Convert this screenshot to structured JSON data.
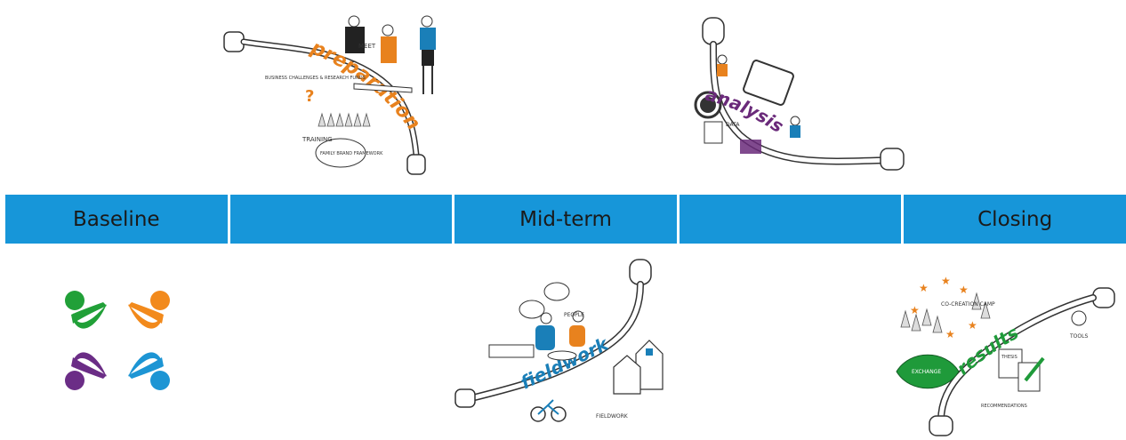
{
  "timeline": {
    "phases": [
      {
        "label": "Baseline"
      },
      {
        "label": ""
      },
      {
        "label": "Mid-term"
      },
      {
        "label": ""
      },
      {
        "label": "Closing"
      }
    ],
    "bar_color": "#1796d9"
  },
  "illustrations": {
    "preparation": {
      "word": "preparation",
      "notes": [
        "MEET",
        "BUSINESS CHALLENGES & RESEARCH FUNDS",
        "TRAINING",
        "FAMILY BRAND FRAMEWORK"
      ],
      "accent": "#e8821e",
      "icon": "plug-cable-icon"
    },
    "analysis": {
      "word": "analysis",
      "notes": [
        "DATA"
      ],
      "accent": "#6a2a7a",
      "icon": "plug-cable-icon"
    },
    "fieldwork": {
      "word": "fieldwork",
      "notes": [
        "PEOPLE",
        "FIELDWORK"
      ],
      "accent": "#1a7fb8",
      "icon": "plug-cable-icon"
    },
    "results": {
      "word": "results",
      "notes": [
        "CO-CREATION CAMP",
        "THESIS",
        "EXCHANGE",
        "TOOLS",
        "RECOMMENDATIONS"
      ],
      "accent": "#1f9a3a",
      "icon": "plug-cable-icon"
    },
    "logo": {
      "colors": [
        "#21a038",
        "#f28a1c",
        "#6b2d86",
        "#1d95d4"
      ],
      "icon": "people-circle-logo-icon"
    }
  }
}
